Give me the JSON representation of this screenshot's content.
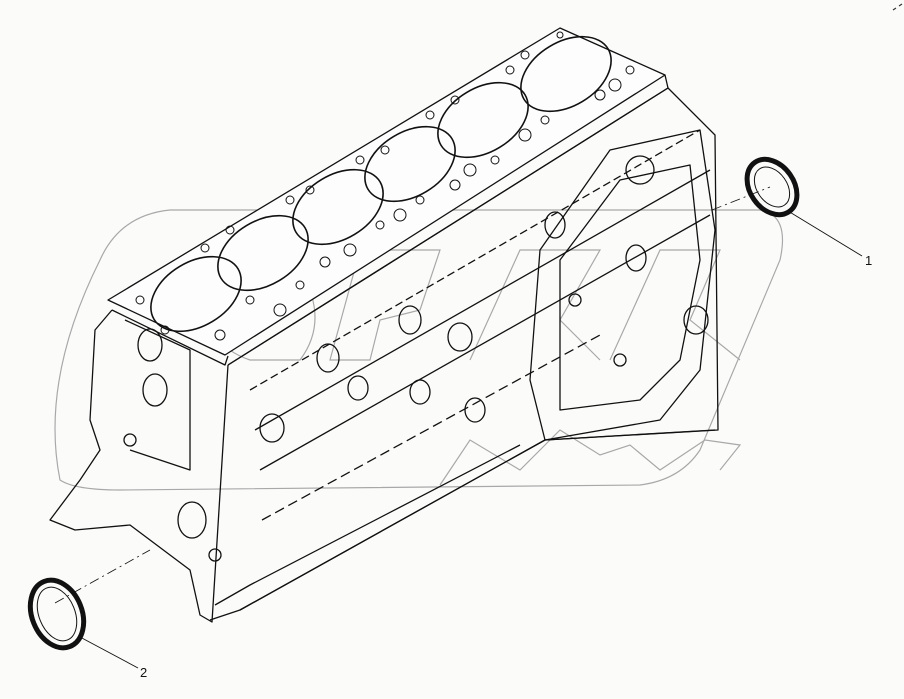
{
  "diagram": {
    "type": "exploded-parts-diagram",
    "subject": "engine cylinder block (6-cylinder, in-line)",
    "background_color": "#fbfcfa",
    "line_color": "#111111",
    "watermark_color": "#9a9a9a",
    "cylinders": 6,
    "callouts": [
      {
        "id": 1,
        "label": "1",
        "part": "rear crankshaft oil seal"
      },
      {
        "id": 2,
        "label": "2",
        "part": "front crankshaft oil seal"
      }
    ]
  }
}
